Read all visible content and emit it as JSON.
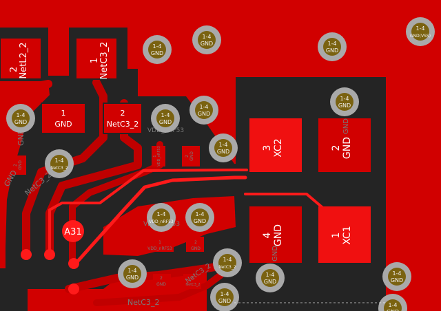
{
  "colors": {
    "background": "#242424",
    "copper_pour": "#d10000",
    "bright_copper": "#f01010",
    "trace": "#ff1a1a",
    "via_ring": "#a9a9a9",
    "via_hole": "#7a6210",
    "label_text": "#ffffff"
  },
  "pads": [
    {
      "id": "pad_netl2_2",
      "pin": "2",
      "net": "NetL2_2"
    },
    {
      "id": "pad_netc3_2_top",
      "pin": "1",
      "net": "NetC3_2"
    },
    {
      "id": "pad_gnd_1",
      "pin": "1",
      "net": "GND"
    },
    {
      "id": "pad_netc3_2_mid",
      "pin": "2",
      "net": "NetC3_2"
    },
    {
      "id": "pad_xc2",
      "pin": "3",
      "net": "XC2"
    },
    {
      "id": "pad_gnd_2",
      "pin": "2",
      "net": "GND"
    },
    {
      "id": "pad_gnd_4",
      "pin": "4",
      "net": "GND"
    },
    {
      "id": "pad_xc1",
      "pin": "1",
      "net": "XC1"
    }
  ],
  "vias": [
    {
      "label_top": "1-4",
      "label_bottom": "GND"
    },
    {
      "label_top": "1-4",
      "label_bottom": "GND"
    },
    {
      "label_top": "1-4",
      "label_bottom": "GND"
    },
    {
      "label_top": "1-4",
      "label_bottom": "GND(VSS)"
    },
    {
      "label_top": "1-4",
      "label_bottom": "GND"
    },
    {
      "label_top": "1-4",
      "label_bottom": "GND"
    },
    {
      "label_top": "1-4",
      "label_bottom": "GND"
    },
    {
      "label_top": "1-4",
      "label_bottom": "GND"
    },
    {
      "label_top": "1-4",
      "label_bottom": "NetC3_2"
    },
    {
      "label_top": "1-4",
      "label_bottom": "GND"
    },
    {
      "label_top": "1-4",
      "label_bottom": "VDD_nRF53"
    },
    {
      "label_top": "1-4",
      "label_bottom": "GND"
    },
    {
      "label_top": "1-4",
      "label_bottom": "NetC3_2"
    },
    {
      "label_top": "1-4",
      "label_bottom": "GND"
    },
    {
      "label_top": "1-4",
      "label_bottom": "GND"
    },
    {
      "label_top": "1-4",
      "label_bottom": "GND"
    },
    {
      "label_top": "1-4",
      "label_bottom": "GND"
    },
    {
      "label_top": "1-4",
      "label_bottom": "GND"
    }
  ],
  "small_pads": [
    {
      "pin": "1",
      "net": "VDD_nRF53"
    },
    {
      "pin": "2",
      "net": "GND"
    },
    {
      "pin": "1",
      "net": "VDD_nRF53"
    },
    {
      "pin": "2",
      "net": "GND"
    },
    {
      "pin": "2",
      "net": "GND"
    },
    {
      "pin": "1",
      "net": "NetC3_2"
    },
    {
      "pin": "2",
      "net": "GND"
    }
  ],
  "net_labels": [
    "GND",
    "NetC3_2",
    "VDD_nRF53",
    "NetC3_2",
    "GND",
    "GND",
    "VDD_nRF53",
    "NetC3_2",
    "GND"
  ],
  "designator": "A31"
}
